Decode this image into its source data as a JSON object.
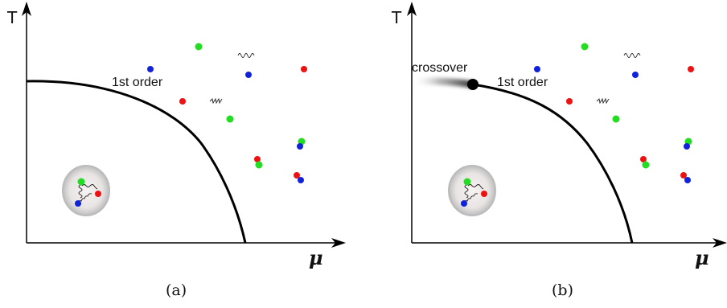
{
  "panels": [
    {
      "axis_y_label": "T",
      "axis_x_label": "μ",
      "line_label": "1st order",
      "caption": "(a)"
    },
    {
      "axis_y_label": "T",
      "axis_x_label": "μ",
      "crossover_label": "crossover",
      "line_label": "1st order",
      "caption": "(b)"
    }
  ],
  "colors": {
    "quark_green": "#22dd22",
    "quark_red": "#ee1111",
    "quark_blue": "#1122dd",
    "line": "#000000"
  }
}
